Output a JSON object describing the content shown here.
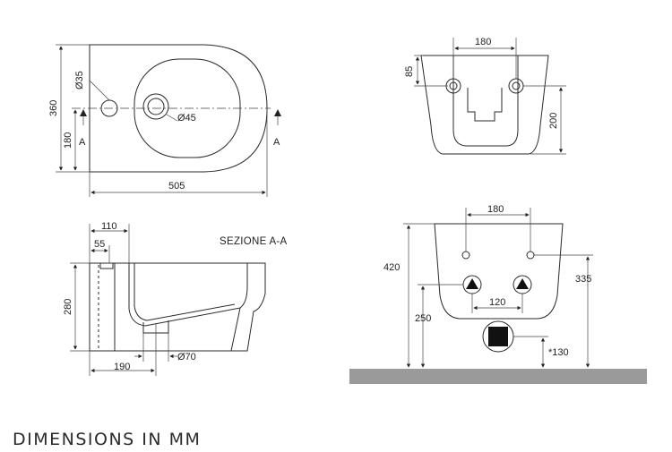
{
  "views": {
    "top": {
      "dia_tap": "Ø35",
      "dia_drain": "Ø45",
      "width": "505",
      "depth": "360",
      "half_depth": "180",
      "section_left": "A",
      "section_right": "A"
    },
    "back": {
      "hole_spacing": "180",
      "top_offset": "85",
      "height": "200"
    },
    "section": {
      "title": "SEZIONE A-A",
      "dim_110": "110",
      "dim_55": "55",
      "height": "280",
      "drain_dist": "190",
      "drain_dia": "Ø70"
    },
    "wall": {
      "bolt_spacing": "180",
      "height": "420",
      "bolt_height": "335",
      "inlet_spacing": "120",
      "inlet_height": "250",
      "outlet_height": "*130"
    }
  },
  "footer": "DIMENSIONS IN MM"
}
